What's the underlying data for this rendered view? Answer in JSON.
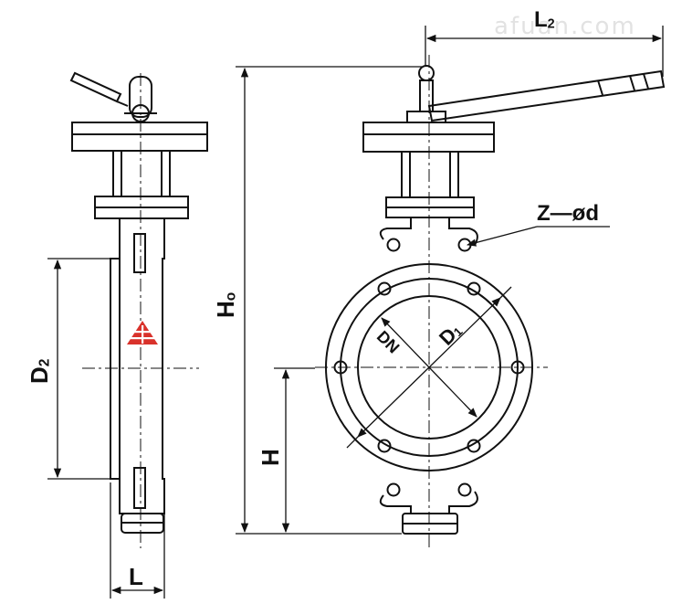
{
  "watermark": "afuan.com",
  "labels": {
    "L2": {
      "main": "L",
      "sub": "2"
    },
    "Ho": {
      "main": "H",
      "sub": "o"
    },
    "D2": {
      "main": "D",
      "sub": "2"
    },
    "L": "L",
    "H": "H",
    "DN": "DN",
    "D1": {
      "main": "D",
      "sub": "1"
    },
    "Z_od": "Z—ød"
  },
  "colors": {
    "line": "#111111",
    "logo": "#d9322b",
    "watermark": "#e2e2e2"
  },
  "logo_icon": "red-triangle-brand-mark"
}
